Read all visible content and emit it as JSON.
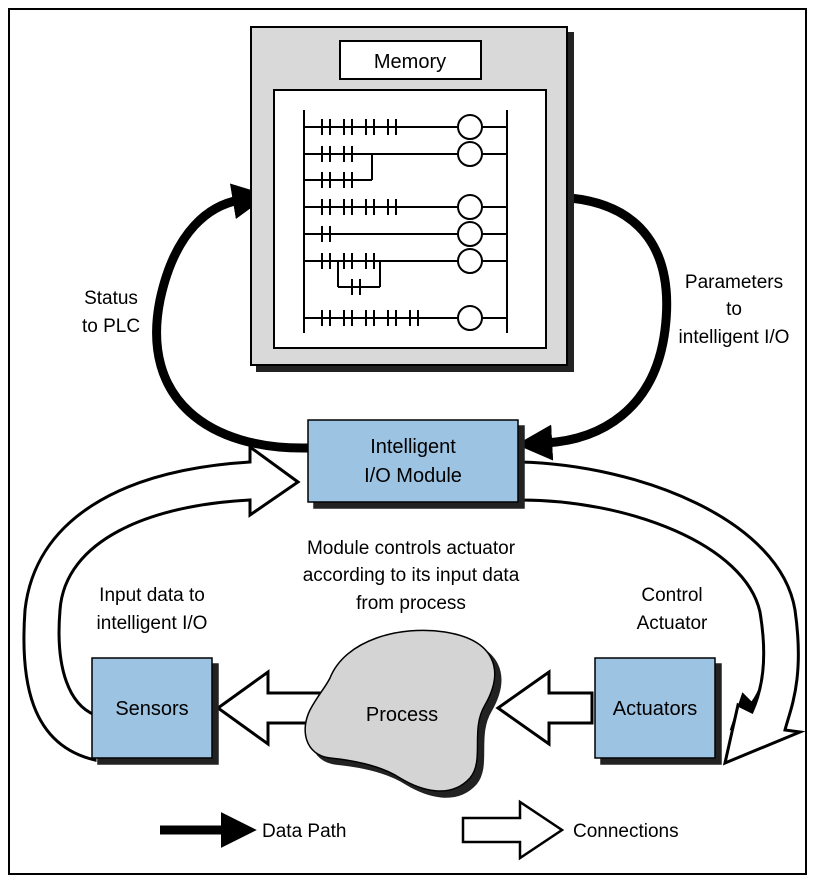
{
  "memory": {
    "title": "Memory"
  },
  "module": {
    "line1": "Intelligent",
    "line2": "I/O Module"
  },
  "sensors": {
    "label": "Sensors"
  },
  "actuators": {
    "label": "Actuators"
  },
  "process": {
    "label": "Process"
  },
  "labels": {
    "status_line1": "Status",
    "status_line2": "to PLC",
    "params_line1": "Parameters",
    "params_line2": "to",
    "params_line3": "intelligent I/O",
    "center_line1": "Module controls actuator",
    "center_line2": "according to its input data",
    "center_line3": "from process",
    "input_line1": "Input data to",
    "input_line2": "intelligent I/O",
    "control_line1": "Control",
    "control_line2": "Actuator"
  },
  "legend": {
    "data_path": "Data Path",
    "connections": "Connections"
  },
  "colors": {
    "box_fill": "#9dc3e2",
    "plc_fill": "#d9d9d9",
    "process_fill": "#d4d4d4",
    "stroke": "#000000"
  }
}
